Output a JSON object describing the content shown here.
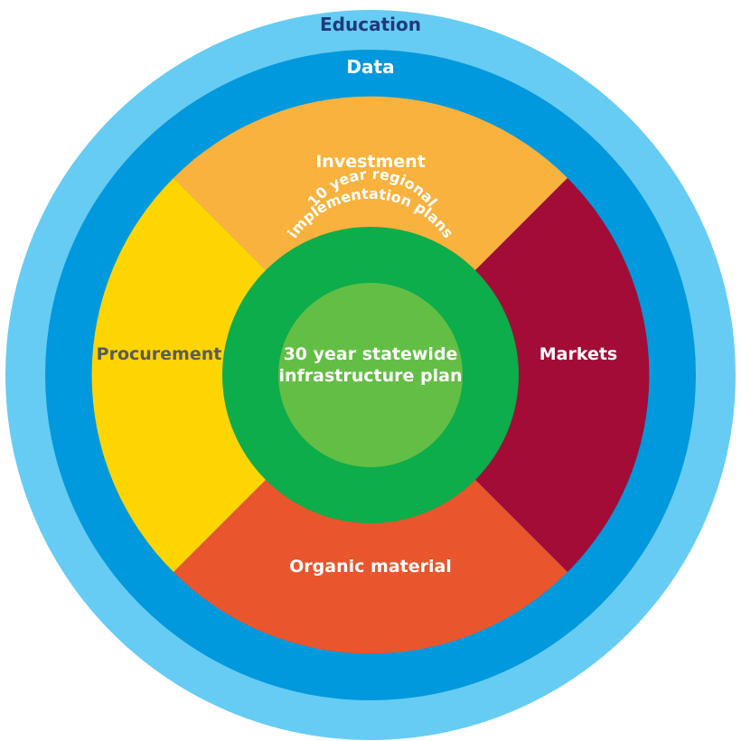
{
  "rings": {
    "outer": {
      "label": "Education",
      "color": "#66CCF3"
    },
    "inner": {
      "label": "Data",
      "color": "#0099DD"
    }
  },
  "sectors": {
    "top": {
      "label": "Investment",
      "color": "#F8B23D",
      "text_color": "#ffffff"
    },
    "right": {
      "label": "Markets",
      "color": "#A30C36",
      "text_color": "#ffffff"
    },
    "bottom": {
      "label": "Organic material",
      "color": "#E9552C",
      "text_color": "#ffffff"
    },
    "left": {
      "label": "Procurement",
      "color": "#FFD500",
      "text_color": "#5a5a5a"
    }
  },
  "core": {
    "ring": {
      "label_line1": "10 year regional",
      "label_line2": "implementation plans",
      "color": "#0CAD4A"
    },
    "center": {
      "label_line1": "30 year statewide",
      "label_line2": "infrastructure plan",
      "color": "#63BE45"
    }
  }
}
